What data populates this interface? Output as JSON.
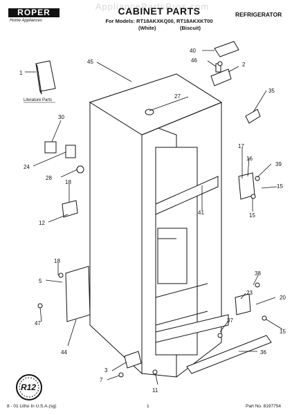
{
  "header": {
    "watermark": "AppliancePartsPros.com",
    "brand": "ROPER",
    "brand_tagline": "Home Appliances",
    "title": "CABINET PARTS",
    "models_line": "For Models: RT18AKXKQ00, RT18AKXKT00",
    "variant_white": "(White)",
    "variant_biscuit": "(Biscuit)",
    "category": "REFRIGERATOR"
  },
  "diagram": {
    "literature_label": "Literature Parts",
    "parts": [
      "1",
      "2",
      "3",
      "5",
      "7",
      "11",
      "12",
      "15",
      "15",
      "15",
      "16",
      "17",
      "18",
      "18",
      "20",
      "23",
      "24",
      "27",
      "28",
      "30",
      "35",
      "36",
      "37",
      "38",
      "39",
      "40",
      "41",
      "44",
      "45",
      "46",
      "47"
    ],
    "badge": "R12"
  },
  "footer": {
    "left": "8 - 01 Litho In U.S.A.(sg)",
    "page": "1",
    "part_no": "Part No. 8197754"
  }
}
